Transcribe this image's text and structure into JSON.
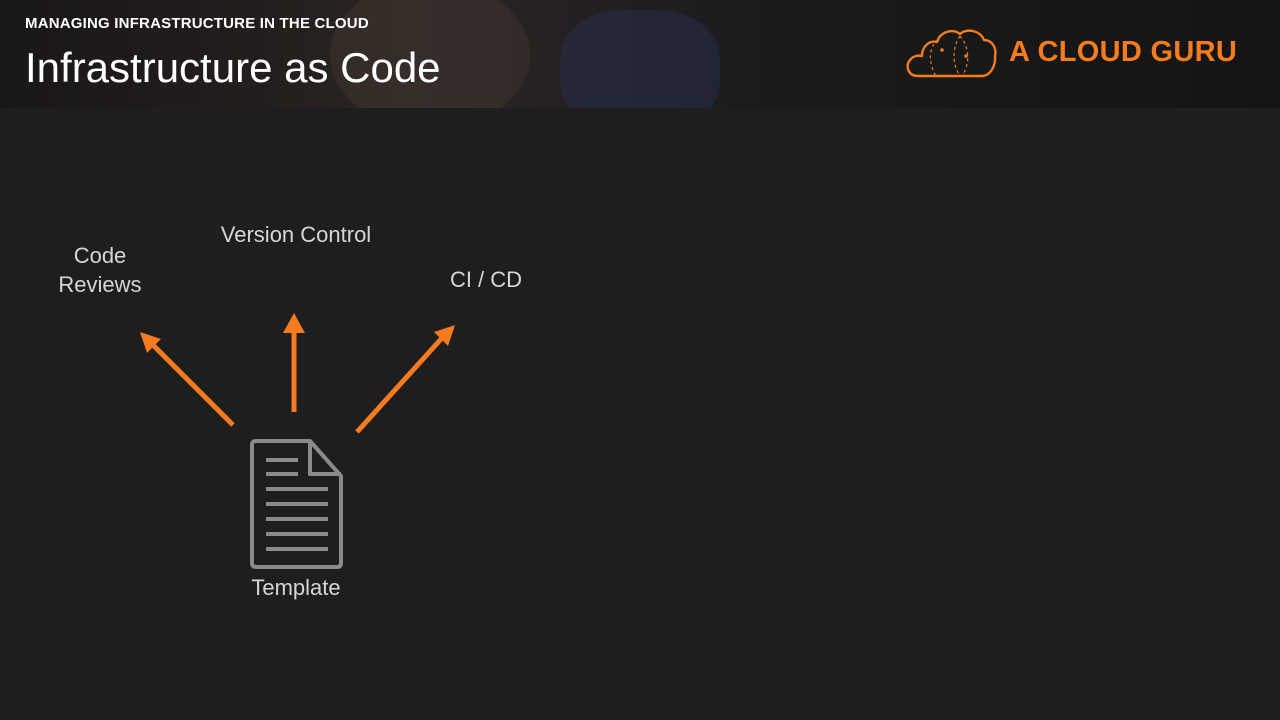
{
  "header": {
    "subtitle": "MANAGING INFRASTRUCTURE IN THE CLOUD",
    "title": "Infrastructure as Code",
    "brand": {
      "name": "A CLOUD GURU",
      "icon": "cloud-logo-icon",
      "color": "#f47b20"
    }
  },
  "diagram": {
    "arrow_color": "#f47b20",
    "source": {
      "label": "Template",
      "icon": "document-icon"
    },
    "targets": [
      {
        "label_lines": [
          "Code",
          "Reviews"
        ]
      },
      {
        "label": "Version Control"
      },
      {
        "label": "CI / CD"
      }
    ]
  }
}
